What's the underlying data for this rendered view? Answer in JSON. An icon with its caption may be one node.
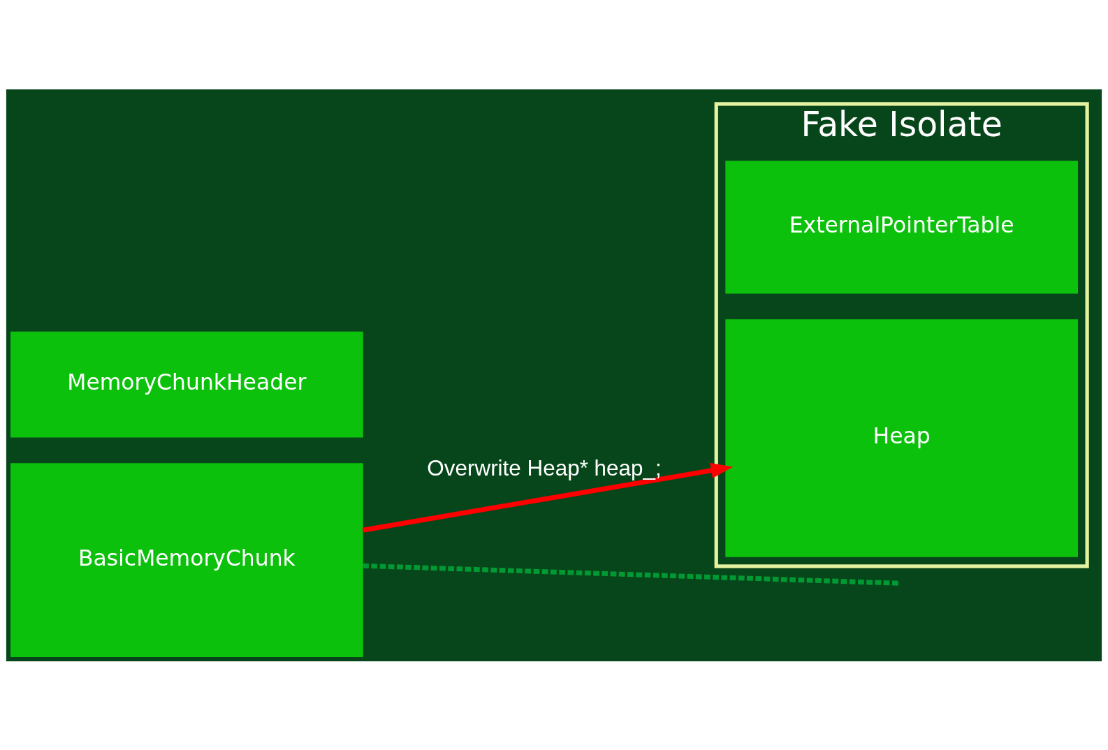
{
  "diagram": {
    "nodes": [
      {
        "text": [
          "MemoryChunkHeader"
        ]
      },
      {
        "text": [
          "BasicMemoryChunk"
        ]
      },
      {
        "text": [
          "Fake Isolate"
        ]
      },
      {
        "text": [
          "ExternalPointerTable"
        ],
        "in": 2
      },
      {
        "text": [
          "Heap"
        ],
        "in": 2
      }
    ],
    "edges": [
      {
        "from": 1,
        "to": 4,
        "arrow": "to",
        "label": "Overwrite Heap* heap_;",
        "color": "#ff0000"
      },
      {
        "from": 1,
        "to": null,
        "arrow": "none",
        "style": "dashed",
        "color": "#009933"
      }
    ]
  }
}
